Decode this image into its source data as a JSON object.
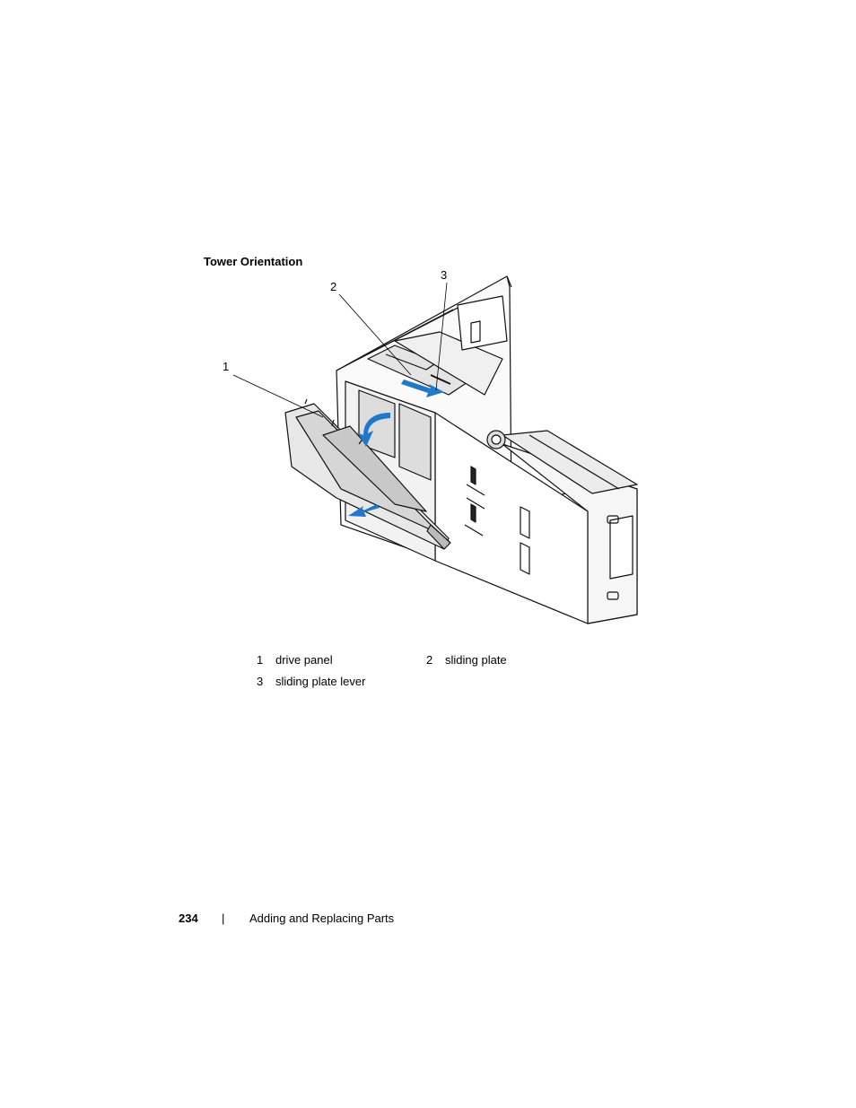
{
  "heading": "Tower Orientation",
  "figure": {
    "callouts": [
      "1",
      "2",
      "3"
    ],
    "accent": "#1f78c8"
  },
  "legend": [
    {
      "num": "1",
      "label": "drive panel"
    },
    {
      "num": "2",
      "label": "sliding plate"
    },
    {
      "num": "3",
      "label": "sliding plate lever"
    }
  ],
  "footer": {
    "page_number": "234",
    "separator": "|",
    "section": "Adding and Replacing Parts"
  }
}
